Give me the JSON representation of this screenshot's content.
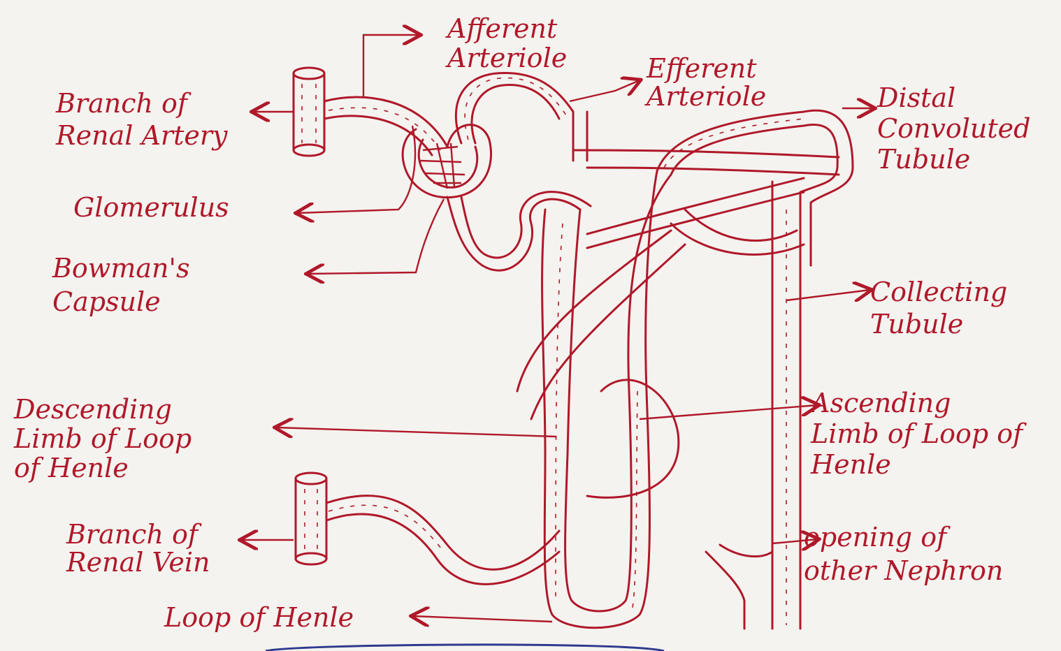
{
  "colors": {
    "ink": "#b0182a",
    "paper": "#f4f3ef",
    "blue_edge": "#2f3a8f"
  },
  "labels": {
    "afferent_arteriole": "Afferent\nArteriole",
    "efferent_arteriole": "Efferent\nArteriole",
    "branch_renal_artery": "Branch of\nRenal Artery",
    "distal_convoluted_tubule": "Distal\nConvoluted\nTubule",
    "glomerulus": "Glomerulus",
    "bowmans_capsule": "Bowman's\nCapsule",
    "collecting_tubule": "Collecting\nTubule",
    "descending_limb": "Descending\nLimb of Loop\nof Henle",
    "ascending_limb": "Ascending\nLimb of Loop of\nHenle",
    "branch_renal_vein": "Branch of\nRenal Vein",
    "opening_other_nephron": "opening of\nother Nephron",
    "loop_of_henle": "Loop of Henle"
  }
}
